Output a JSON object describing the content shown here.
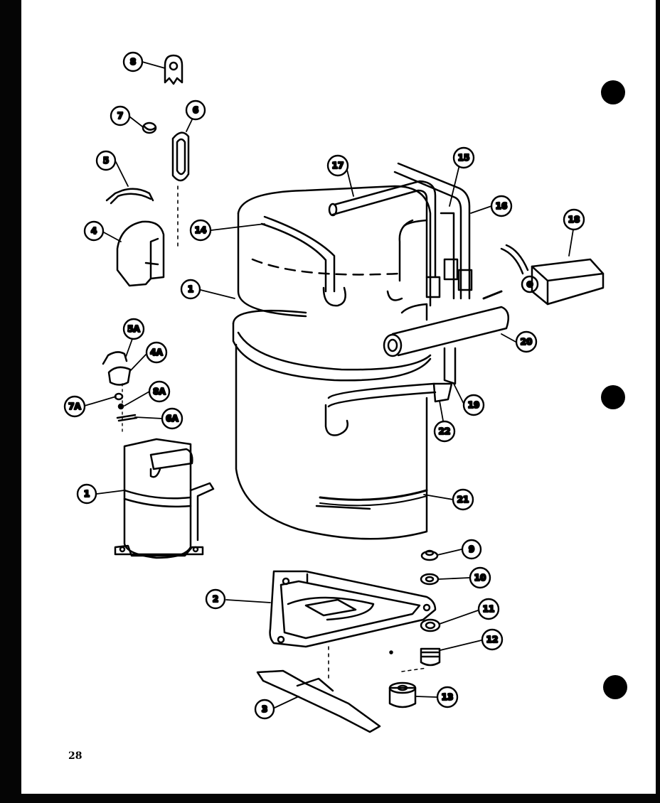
{
  "page_number": "28",
  "callouts": [
    "8",
    "7",
    "6",
    "5",
    "4",
    "14",
    "17",
    "15",
    "16",
    "18",
    "1",
    "5A",
    "4A",
    "7A",
    "8A",
    "6A",
    "20",
    "19",
    "22",
    "1",
    "21",
    "9",
    "10",
    "2",
    "11",
    "12",
    "3",
    "13"
  ]
}
